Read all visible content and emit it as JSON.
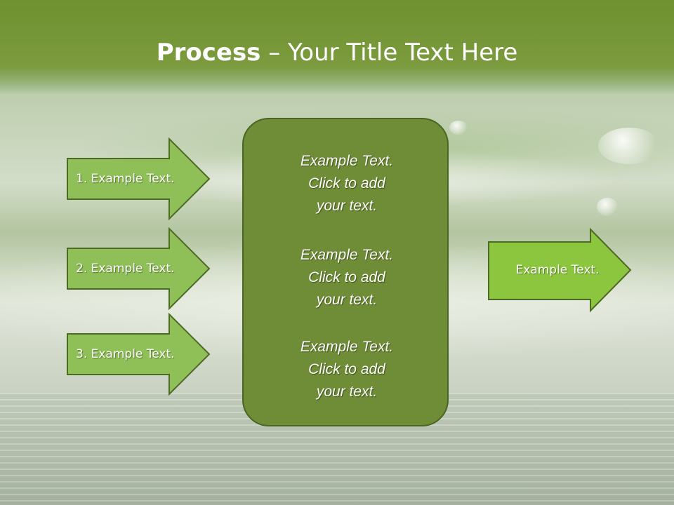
{
  "slide": {
    "title_bold": "Process",
    "title_rest": " – Your Title Text Here"
  },
  "inputs": [
    {
      "label": "1. Example Text."
    },
    {
      "label": "2. Example Text."
    },
    {
      "label": "3. Example Text."
    }
  ],
  "center_blocks": [
    {
      "lines": [
        "Example Text.",
        "Click  to add",
        "your text."
      ]
    },
    {
      "lines": [
        "Example Text.",
        "Click  to add",
        "your text."
      ]
    },
    {
      "lines": [
        "Example Text.",
        "Click  to add",
        "your text."
      ]
    }
  ],
  "output": {
    "label": "Example Text."
  },
  "colors": {
    "title_bar": "#7b9b3e",
    "input_arrow_fill": "#8fbf57",
    "output_arrow_fill": "#8cc63f",
    "arrow_border": "#4c6a24",
    "center_box_fill": "#6f8c36"
  }
}
